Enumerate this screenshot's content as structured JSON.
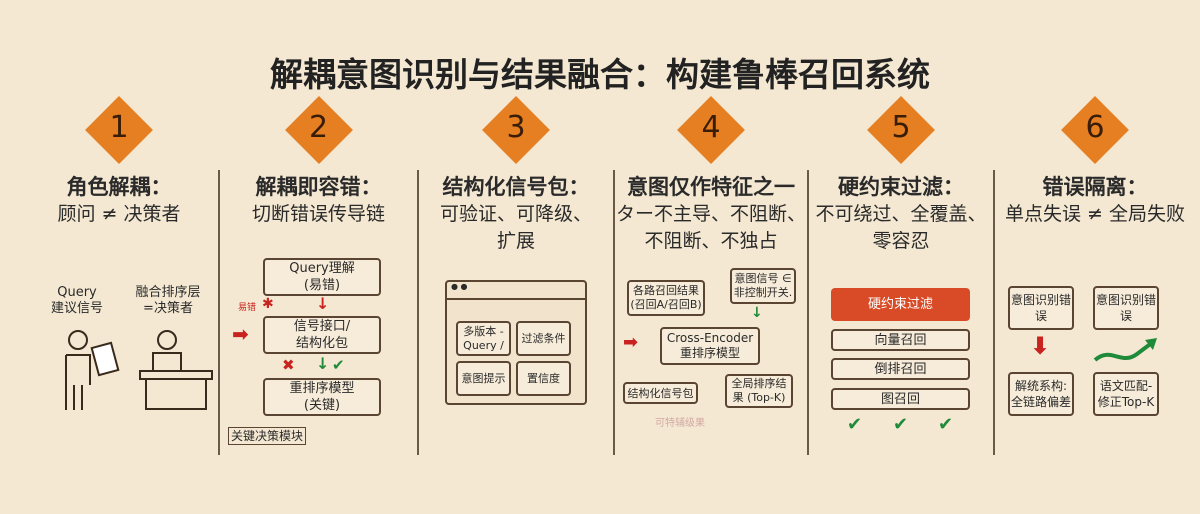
{
  "title": "解耦意图识别与结果融合：构建鲁棒召回系统",
  "colors": {
    "accent": "#e57f22",
    "background": "#f4e8d2",
    "filter_box": "#d94b26",
    "error": "#c8231f",
    "ok": "#1f8a3a"
  },
  "panels": [
    {
      "number": "1",
      "heading": "角色解耦：",
      "subheading": "顾问 ≠ 决策者",
      "advisor_label": "Query\n建议信号",
      "decider_label": "融合排序层\n=决策者"
    },
    {
      "number": "2",
      "heading": "解耦即容错：",
      "subheading": "切断错误传导链",
      "box1": "Query理解\n(易错)",
      "error_tag": "易错",
      "box2": "信号接口/\n结构化包",
      "box3": "重排序模型\n(关键)",
      "caption": "关键决策模块"
    },
    {
      "number": "3",
      "heading": "结构化信号包：",
      "subheading": "可验证、可降级、\n扩展",
      "cells": [
        "多版本 -\nQuery /",
        "过滤条件",
        "意图提示",
        "置信度"
      ]
    },
    {
      "number": "4",
      "heading": "意图仅作特征之一",
      "subheading": "ター不主导、不阻断、\n不阻断、不独占",
      "recall_box": "各路召回结果\n(召回A/召回B)",
      "intent_box": "意图信号 ∈\n非控制开关.",
      "model_box": "Cross-Encoder\n重排序模型",
      "signal_box": "结构化信号包",
      "result_box": "全局排序结\n果 (Top-K)",
      "faded_text": "可特辅级果"
    },
    {
      "number": "5",
      "heading": "硬约束过滤：",
      "subheading": "不可绕过、全覆盖、\n零容忍",
      "filter": "硬约束过滤",
      "items": [
        "向量召回",
        "倒排召回",
        "图召回"
      ]
    },
    {
      "number": "6",
      "heading": "错误隔离：",
      "subheading": "单点失误 ≠ 全局失败",
      "box_a": "意图识别错\n误",
      "box_b": "意图识别错\n误",
      "box_c": "解统系构:\n全链路偏差",
      "box_d": "语文匹配-\n修正Top-K"
    }
  ]
}
